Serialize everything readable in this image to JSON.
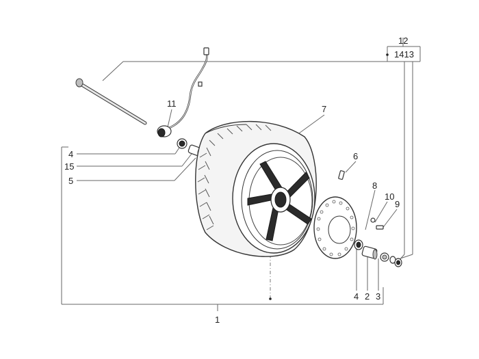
{
  "labels": {
    "l12": "12",
    "l1413": "1413",
    "l11": "11",
    "l7": "7",
    "l4a": "4",
    "l15": "15",
    "l5": "5",
    "l6": "6",
    "l8": "8",
    "l10": "10",
    "l9": "9",
    "l4b": "4",
    "l2": "2",
    "l3": "3",
    "l1": "1"
  }
}
